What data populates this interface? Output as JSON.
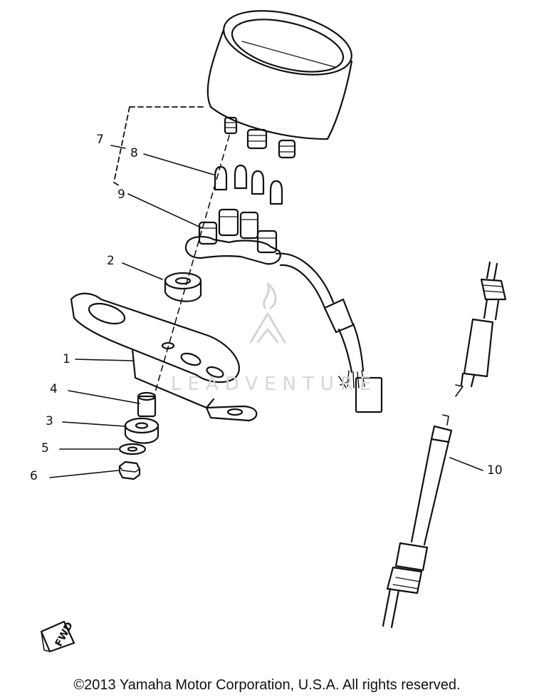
{
  "callouts": [
    {
      "id": "7",
      "label": "7"
    },
    {
      "id": "8",
      "label": "8"
    },
    {
      "id": "9",
      "label": "9"
    },
    {
      "id": "2",
      "label": "2"
    },
    {
      "id": "1",
      "label": "1"
    },
    {
      "id": "4",
      "label": "4"
    },
    {
      "id": "3",
      "label": "3"
    },
    {
      "id": "5",
      "label": "5"
    },
    {
      "id": "6",
      "label": "6"
    },
    {
      "id": "10",
      "label": "10"
    }
  ],
  "fwd_mark": "FWD",
  "watermark": "LEADVENTURE",
  "copyright": "©2013 Yamaha Motor Corporation, U.S.A. All rights reserved."
}
